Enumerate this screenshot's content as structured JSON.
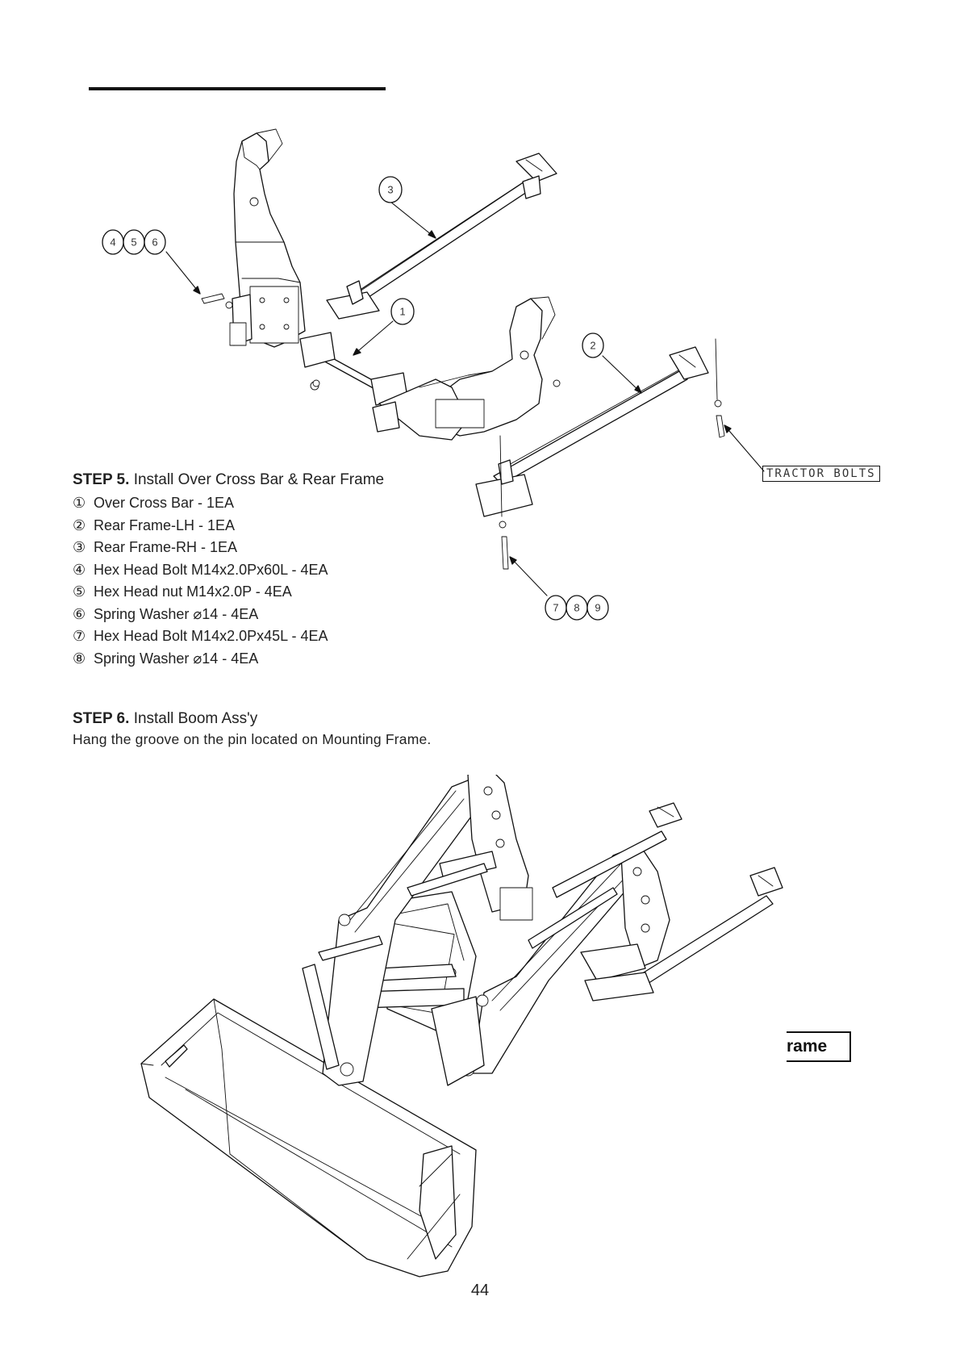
{
  "step5": {
    "label": "STEP 5.",
    "title": "Install Over Cross Bar & Rear Frame",
    "parts": [
      {
        "num": "①",
        "text": "Over Cross Bar - 1EA"
      },
      {
        "num": "②",
        "text": "Rear Frame-LH - 1EA"
      },
      {
        "num": "③",
        "text": "Rear Frame-RH - 1EA"
      },
      {
        "num": "④",
        "text": "Hex Head Bolt M14x2.0Px60L - 4EA"
      },
      {
        "num": "⑤",
        "text": "Hex Head nut M14x2.0P - 4EA"
      },
      {
        "num": "⑥",
        "text": "Spring Washer ⌀14 - 4EA"
      },
      {
        "num": "⑦",
        "text": "Hex Head Bolt M14x2.0Px45L - 4EA"
      },
      {
        "num": "⑧",
        "text": "Spring Washer ⌀14 - 4EA"
      }
    ]
  },
  "diagram1": {
    "callouts": {
      "c1": "1",
      "c2": "2",
      "c3": "3",
      "c4": "4",
      "c5": "5",
      "c6": "6",
      "c7": "7",
      "c8": "8",
      "c9": "9"
    },
    "tractor_bolts_label": "TRACTOR BOLTS"
  },
  "step6": {
    "label": "STEP 6.",
    "title": "Install Boom Ass'y",
    "description": "Hang the groove on the pin located on Mounting Frame."
  },
  "diagram2": {
    "frame_label": "rame"
  },
  "page_number": "44"
}
